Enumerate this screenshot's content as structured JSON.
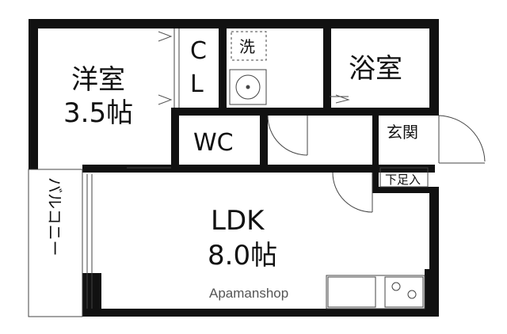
{
  "rooms": {
    "western": {
      "name": "洋室",
      "size": "3.5帖"
    },
    "closet": {
      "line1": "C",
      "line2": "L"
    },
    "washroom": {
      "label": "洗"
    },
    "bath": {
      "label": "浴室"
    },
    "wc": {
      "label": "WC"
    },
    "entrance": {
      "label": "玄関",
      "shoebox": "下足入"
    },
    "balcony": {
      "label": "バルコニー"
    },
    "ldk": {
      "name": "LDK",
      "size": "8.0帖"
    }
  },
  "watermark": "Apamanshop"
}
